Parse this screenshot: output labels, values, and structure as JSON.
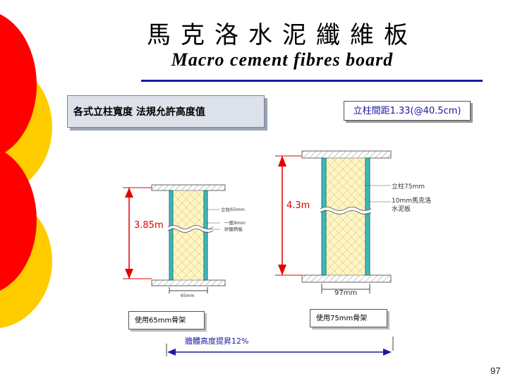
{
  "title": {
    "zh": "馬克洛水泥纖維板",
    "en": "Macro cement fibres board"
  },
  "header_box": "各式立柱寬度  法規允許高度值",
  "spacing_note": "立柱間距1.33(@40.5cm)",
  "left_wall": {
    "height": "3.85m",
    "width": "65mm",
    "label_stud": "立柱65mm",
    "label_gap": "一般9mm",
    "label_board": "矽酸鈣板",
    "caption": "使用65mm骨架"
  },
  "right_wall": {
    "height": "4.3m",
    "width": "97mm",
    "label_stud": "立柱75mm",
    "label_board_line1": "10mm馬克洛",
    "label_board_line2": "水泥板",
    "caption": "使用75mm骨架"
  },
  "increase_note": "牆體高度提昇12%",
  "page_number": "97",
  "colors": {
    "red": "#ff0000",
    "yellow": "#ffcc00",
    "accent_blue": "#1a1aa0",
    "dim_red": "#e00000",
    "board_cyan": "#3fb8b8",
    "core_yellow": "#fff6c8"
  }
}
